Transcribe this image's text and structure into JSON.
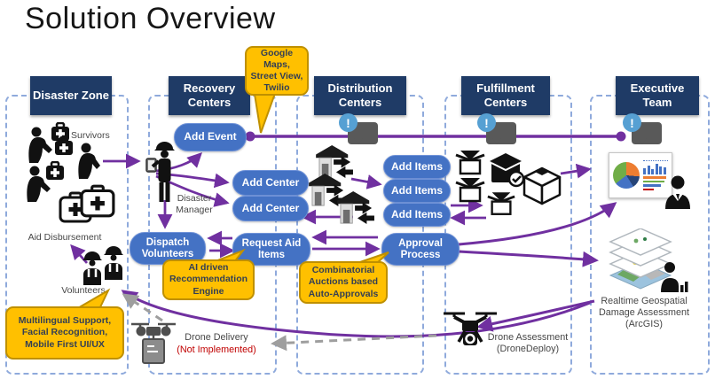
{
  "title": "Solution Overview",
  "columns": [
    {
      "label": "Disaster Zone"
    },
    {
      "label": "Recovery Centers"
    },
    {
      "label": "Distribution Centers"
    },
    {
      "label": "Fulfillment Centers"
    },
    {
      "label": "Executive Team"
    }
  ],
  "callouts": {
    "google": "Google Maps, Street View, Twilio",
    "ai": "AI driven Recommendation Engine",
    "combinatorial": "Combinatorial Auctions based Auto-Approvals",
    "multilingual": "Multilingual Support, Facial Recognition, Mobile First UI/UX"
  },
  "pills": {
    "add_event": "Add Event",
    "add_center": "Add Center",
    "add_items": "Add Items",
    "dispatch_volunteers": "Dispatch Volunteers",
    "request_aid_items": "Request Aid Items",
    "approval_process": "Approval Process"
  },
  "labels": {
    "survivors": "Survivors",
    "disaster_manager": "Disaster Manager",
    "aid_disbursement": "Aid Disbursement",
    "volunteers": "Volunteers",
    "drone_delivery": "Drone Delivery",
    "drone_delivery_status": "(Not Implemented)",
    "drone_assessment": "Drone Assessment",
    "drone_assessment_tool": "(DroneDeploy)",
    "geospatial": "Realtime Geospatial Damage Assessment",
    "geospatial_tool": "(ArcGIS)"
  },
  "icons": {
    "alert_glyph": "!",
    "notification": "alert-chat-bubble",
    "survivor": "person-with-first-aid-kit",
    "aid_kit": "first-aid-case",
    "worker": "helmeted-volunteer",
    "manager": "disaster-manager-with-tablet",
    "warehouse": "warehouse-transfer-arrows",
    "open_box": "open-parcel-box",
    "checked_box": "verified-parcel-box",
    "closed_box": "sealed-parcel-box",
    "dashboard": "pie-and-bar-dashboard",
    "executive": "business-person",
    "layers": "gis-map-layers",
    "analyst": "analyst-with-chart",
    "drone_camera": "assessment-drone",
    "drone_package": "delivery-drone"
  },
  "colors": {
    "purple": "#7030A0",
    "pill_blue": "#4472C4",
    "header_navy": "#1F3B66",
    "callout_yellow": "#FFC000",
    "callout_border": "#BF9000",
    "alert_blue": "#56A0D3",
    "bubble_gray": "#595959",
    "dashed_border": "#8FAADC",
    "not_implemented_red": "#C00000",
    "gray_arrow": "#9e9e9e"
  }
}
